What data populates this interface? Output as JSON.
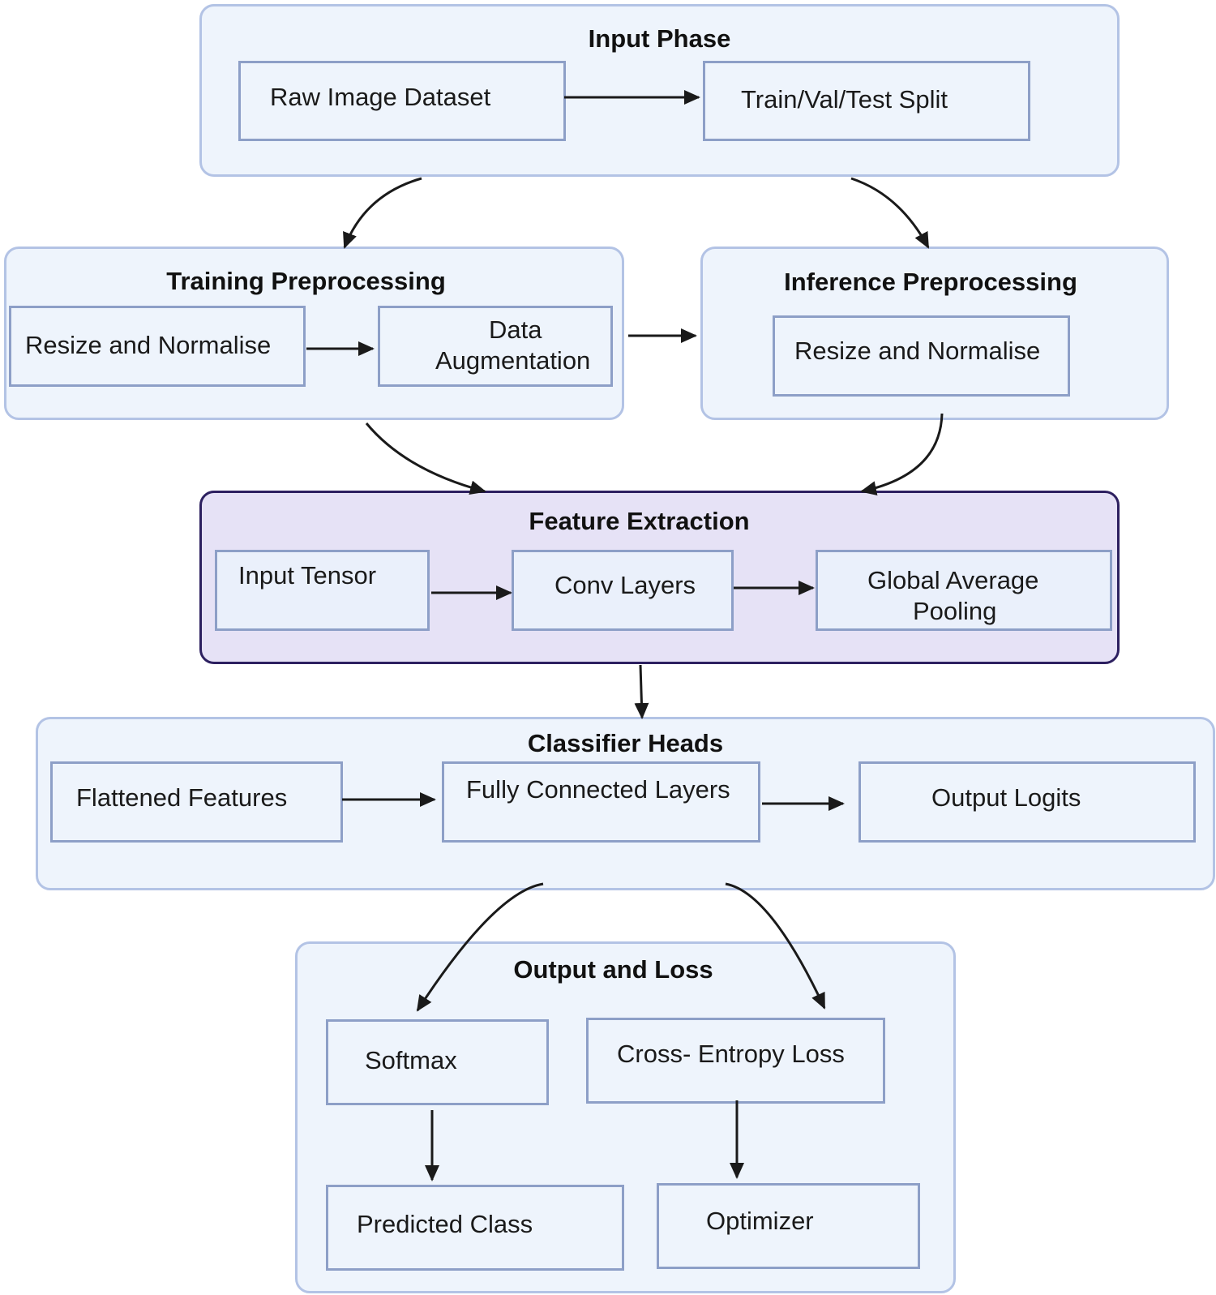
{
  "input_phase": {
    "title": "Input Phase",
    "raw": "Raw Image Dataset",
    "split": "Train/Val/Test Split"
  },
  "training": {
    "title": "Training Preprocessing",
    "resize": "Resize and Normalise",
    "augment_1": "Data",
    "augment_2": "Augmentation"
  },
  "inference": {
    "title": "Inference Preprocessing",
    "resize": "Resize and Normalise"
  },
  "feature": {
    "title": "Feature Extraction",
    "tensor": "Input Tensor",
    "conv": "Conv Layers",
    "gap_1": "Global Average",
    "gap_2": "Pooling"
  },
  "classifier": {
    "title": "Classifier Heads",
    "flat": "Flattened Features",
    "fc": "Fully Connected Layers",
    "logits": "Output Logits"
  },
  "output": {
    "title": "Output and Loss",
    "softmax": "Softmax",
    "ce": "Cross- Entropy Loss",
    "pred": "Predicted Class",
    "opt": "Optimizer"
  },
  "colors": {
    "group_fill": "#eef4fc",
    "group_border": "#b3c3e5",
    "feature_fill": "#e6e2f6",
    "feature_border": "#2d2060",
    "node_border": "#8d9fc7",
    "arrow": "#1a1a1a"
  }
}
